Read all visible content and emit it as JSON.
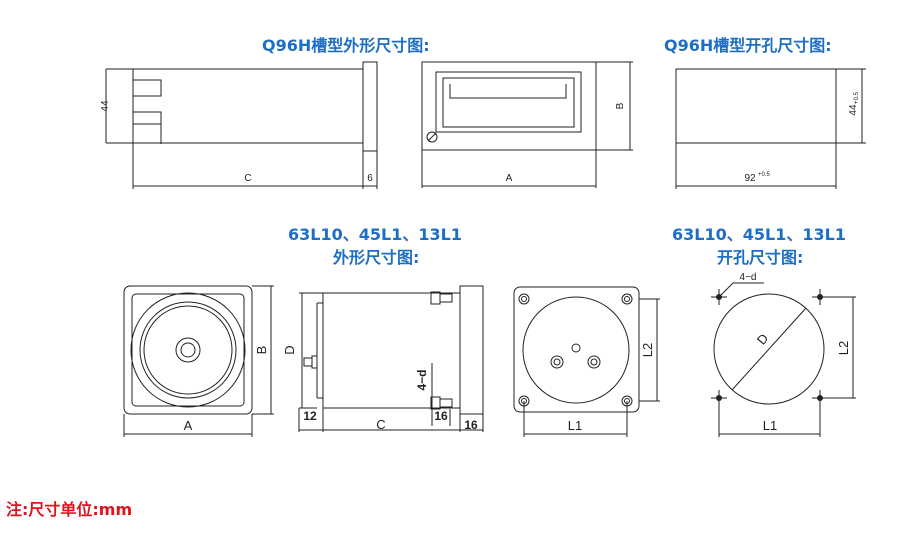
{
  "headings": {
    "q96h_outline": "Q96H槽型外形尺寸图:",
    "q96h_cutout": "Q96H槽型开孔尺寸图:",
    "round_outline_line1": "63L10、45L1、13L1",
    "round_outline_line2": "外形尺寸图:",
    "round_cutout_line1": "63L10、45L1、13L1",
    "round_cutout_line2": "开孔尺寸图:"
  },
  "labels": {
    "dim_44": "44",
    "dim_C": "C",
    "dim_6": "6",
    "dim_A": "A",
    "dim_B": "B",
    "dim_44_tol": "44",
    "tol_05": "+0.5",
    "dim_92": "92",
    "dim_D": "D",
    "dim_12": "12",
    "dim_16": "16",
    "dim_4d": "4−d",
    "dim_L1": "L1",
    "dim_L2": "L2"
  },
  "note": "注:尺寸单位:mm",
  "colors": {
    "heading": "#1e6fc4",
    "note": "#e0141e",
    "line": "#222222"
  }
}
